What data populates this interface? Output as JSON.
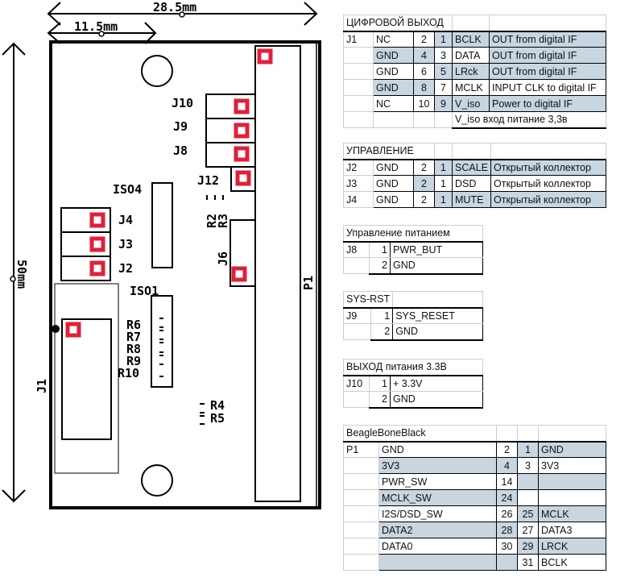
{
  "pcb": {
    "dimensions": {
      "width_label": "28.5mm",
      "inner_width_label": "11.5mm",
      "height_label": "50mm"
    },
    "labels": {
      "j10": "J10",
      "j9": "J9",
      "j8": "J8",
      "j12": "J12",
      "iso4": "ISO4",
      "iso1": "ISO1",
      "j4": "J4",
      "j3": "J3",
      "j2": "J2",
      "r2": "R2",
      "r3": "R3",
      "j6": "J6",
      "p1": "P1",
      "j1": "J1",
      "r6": "R6",
      "r7": "R7",
      "r8": "R8",
      "r9": "R9",
      "r10": "R10",
      "r4": "R4",
      "r5": "R5"
    },
    "pad_color": "#e0203a"
  },
  "tables": {
    "digital_out": {
      "title": "ЦИФРОВОЙ ВЫХОД",
      "connector": "J1",
      "rows": [
        {
          "left": "NC",
          "pin_even": "2",
          "pin_odd": "1",
          "signal": "BCLK",
          "desc": "OUT from digital IF"
        },
        {
          "left": "GND",
          "pin_even": "4",
          "pin_odd": "3",
          "signal": "DATA",
          "desc": "OUT from digital IF"
        },
        {
          "left": "GND",
          "pin_even": "6",
          "pin_odd": "5",
          "signal": "LRck",
          "desc": "OUT from digital IF"
        },
        {
          "left": "GND",
          "pin_even": "8",
          "pin_odd": "7",
          "signal": "MCLK",
          "desc": "INPUT CLK to digital IF"
        },
        {
          "left": "NC",
          "pin_even": "10",
          "pin_odd": "9",
          "signal": "V_iso",
          "desc": "Power to digital IF"
        }
      ],
      "note": "V_iso вход питание 3,3в"
    },
    "control": {
      "title": "УПРАВЛЕНИЕ",
      "rows": [
        {
          "conn": "J2",
          "left": "GND",
          "pin_even": "2",
          "pin_odd": "1",
          "signal": "SCALE",
          "desc": "Открытый коллектор"
        },
        {
          "conn": "J3",
          "left": "GND",
          "pin_even": "2",
          "pin_odd": "1",
          "signal": "DSD",
          "desc": "Открытый коллектор"
        },
        {
          "conn": "J4",
          "left": "GND",
          "pin_even": "2",
          "pin_odd": "1",
          "signal": "MUTE",
          "desc": "Открытый коллектор"
        }
      ]
    },
    "power_control": {
      "title": "Управление питанием",
      "connector": "J8",
      "rows": [
        {
          "pin": "1",
          "signal": "PWR_BUT"
        },
        {
          "pin": "2",
          "signal": "GND"
        }
      ]
    },
    "sys_rst": {
      "title": "SYS-RST",
      "connector": "J9",
      "rows": [
        {
          "pin": "1",
          "signal": "SYS_RESET"
        },
        {
          "pin": "2",
          "signal": "GND"
        }
      ]
    },
    "power_out": {
      "title": "ВЫХОД питания 3.3В",
      "connector": "J10",
      "rows": [
        {
          "pin": "1",
          "signal": "+ 3.3V"
        },
        {
          "pin": "2",
          "signal": "GND"
        }
      ]
    },
    "bbb": {
      "title": "BeagleBoneBlack",
      "connector": "P1",
      "rows": [
        {
          "left": "GND",
          "pin_even": "2",
          "pin_odd": "1",
          "right": "GND"
        },
        {
          "left": "3V3",
          "pin_even": "4",
          "pin_odd": "3",
          "right": "3V3"
        },
        {
          "left": "PWR_SW",
          "pin_even": "14",
          "pin_odd": "",
          "right": ""
        },
        {
          "left": "MCLK_SW",
          "pin_even": "24",
          "pin_odd": "",
          "right": ""
        },
        {
          "left": "I2S/DSD_SW",
          "pin_even": "26",
          "pin_odd": "25",
          "right": "MCLK"
        },
        {
          "left": "DATA2",
          "pin_even": "28",
          "pin_odd": "27",
          "right": "DATA3"
        },
        {
          "left": "DATA0",
          "pin_even": "30",
          "pin_odd": "29",
          "right": "LRCK"
        },
        {
          "left": "",
          "pin_even": "",
          "pin_odd": "31",
          "right": "BCLK"
        }
      ]
    }
  }
}
